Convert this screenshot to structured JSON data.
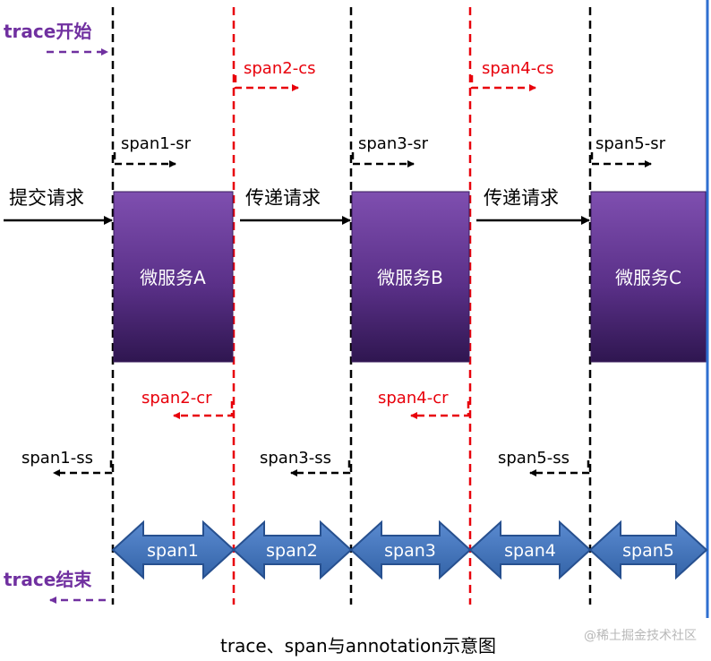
{
  "trace_start": "trace开始",
  "trace_end": "trace结束",
  "submit_request": "提交请求",
  "forward_request_1": "传递请求",
  "forward_request_2": "传递请求",
  "services": [
    "微服务A",
    "微服务B",
    "微服务C"
  ],
  "annotations": {
    "span1_sr": "span1-sr",
    "span2_cs": "span2-cs",
    "span3_sr": "span3-sr",
    "span4_cs": "span4-cs",
    "span5_sr": "span5-sr",
    "span2_cr": "span2-cr",
    "span4_cr": "span4-cr",
    "span1_ss": "span1-ss",
    "span3_ss": "span3-ss",
    "span5_ss": "span5-ss"
  },
  "spans": [
    "span1",
    "span2",
    "span3",
    "span4",
    "span5"
  ],
  "caption": "trace、span与annotation示意图",
  "watermark": "@稀土掘金技术社区",
  "colors": {
    "black": "#000000",
    "red": "#e8000b",
    "purple": "#7030a0",
    "service_top": "#7a4aa8",
    "service_bottom": "#3a1d5c",
    "span_fill": "#3f6fb8",
    "span_stroke": "#27508f"
  }
}
